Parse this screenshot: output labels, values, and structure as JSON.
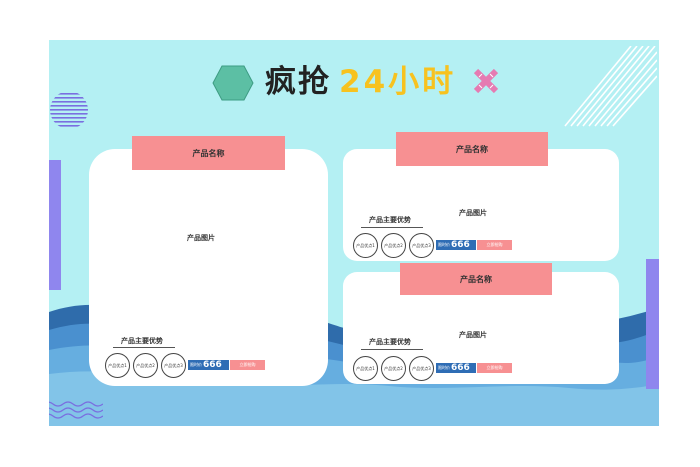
{
  "title": {
    "main": "疯抢",
    "accent": "24小时"
  },
  "cards": [
    {
      "id": "left",
      "product_name": "产品名称",
      "product_image_label": "产品图片",
      "advantages_title": "产品主要优势",
      "advantages": [
        "产品优点1",
        "产品优点2",
        "产品优点3"
      ],
      "price_label": "限时价",
      "price_value": "666",
      "buy_label": "立即抢购"
    },
    {
      "id": "top-right",
      "product_name": "产品名称",
      "product_image_label": "产品图片",
      "advantages_title": "产品主要优势",
      "advantages": [
        "产品优点1",
        "产品优点2",
        "产品优点3"
      ],
      "price_label": "限时价",
      "price_value": "666",
      "buy_label": "立即抢购"
    },
    {
      "id": "bottom-right",
      "product_name": "产品名称",
      "product_image_label": "产品图片",
      "advantages_title": "产品主要优势",
      "advantages": [
        "产品优点1",
        "产品优点2",
        "产品优点3"
      ],
      "price_label": "限时价",
      "price_value": "666",
      "buy_label": "立即抢购"
    }
  ],
  "colors": {
    "background": "#b4f0f3",
    "name_bar": "#f79092",
    "price_box": "#2f6db5",
    "accent_yellow": "#f7c21f",
    "hexagon": "#5cbfa4",
    "purple_bar": "#8f86ee",
    "x_mark": "#e57bb2"
  },
  "icons": {
    "hexagon": "hexagon-icon",
    "x_mark": "x-mark-icon",
    "striped_circle": "striped-circle-icon",
    "diagonal_lines": "diagonal-lines-icon",
    "zigzag": "zigzag-icon"
  }
}
